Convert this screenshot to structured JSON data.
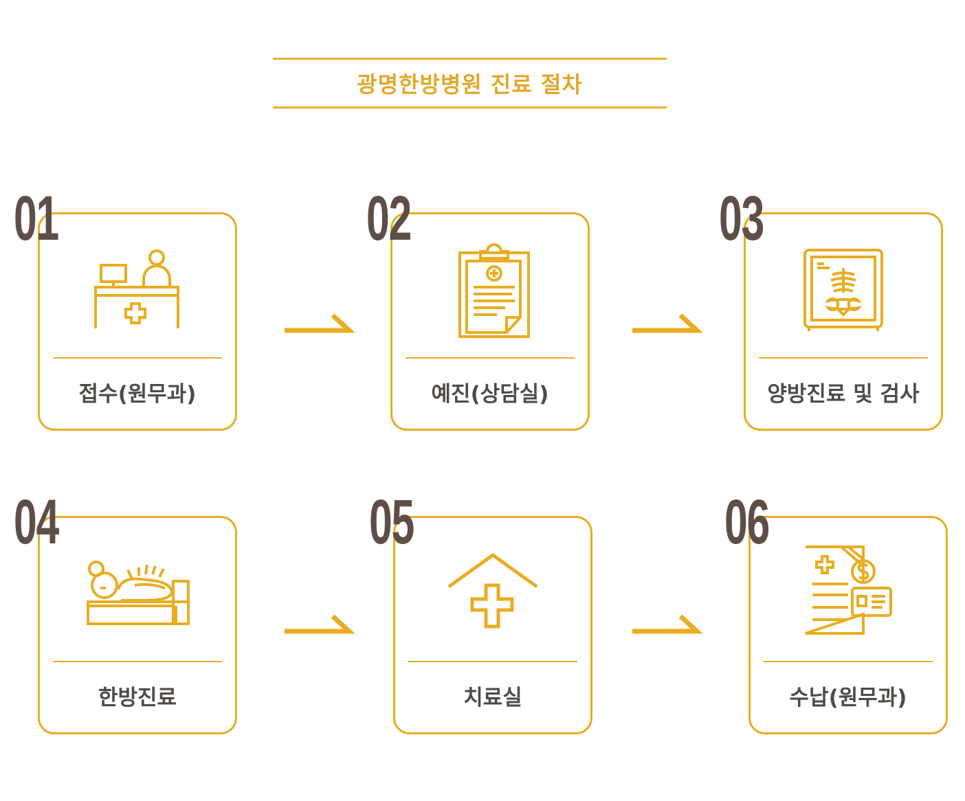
{
  "title": "광명한방병원 진료 절차",
  "colors": {
    "accent": "#e8ad22",
    "number": "#5d4f48",
    "label": "#4e4a47"
  },
  "steps": [
    {
      "number": "01",
      "label": "접수(원무과)",
      "icon": "reception-desk-icon"
    },
    {
      "number": "02",
      "label": "예진(상담실)",
      "icon": "clipboard-icon"
    },
    {
      "number": "03",
      "label": "양방진료 및 검사",
      "icon": "xray-icon"
    },
    {
      "number": "04",
      "label": "한방진료",
      "icon": "acupuncture-patient-icon"
    },
    {
      "number": "05",
      "label": "치료실",
      "icon": "clinic-house-icon"
    },
    {
      "number": "06",
      "label": "수납(원무과)",
      "icon": "medical-bill-icon"
    }
  ]
}
